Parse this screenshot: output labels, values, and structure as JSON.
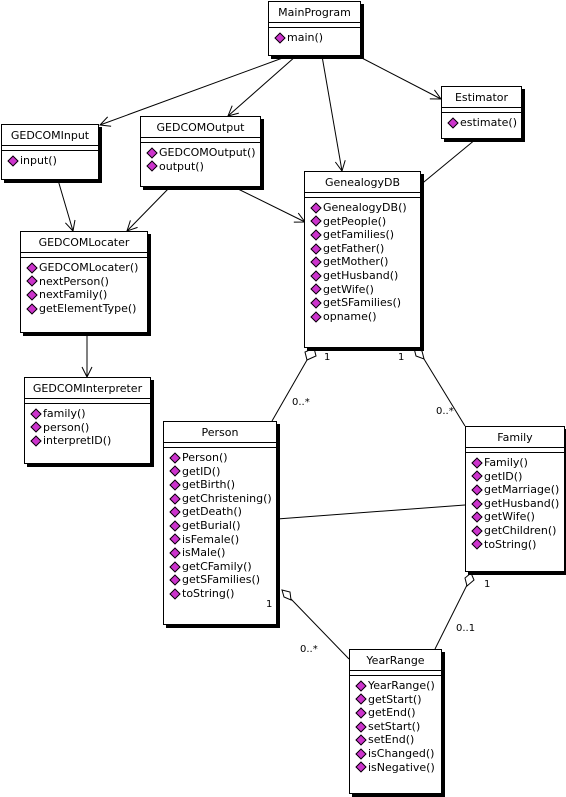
{
  "classes": {
    "main_program": {
      "name": "MainProgram",
      "operations": [
        "main()"
      ]
    },
    "estimator": {
      "name": "Estimator",
      "operations": [
        "estimate()"
      ]
    },
    "gedcom_input": {
      "name": "GEDCOMInput",
      "operations": [
        "input()"
      ]
    },
    "gedcom_output": {
      "name": "GEDCOMOutput",
      "operations": [
        "GEDCOMOutput()",
        "output()"
      ]
    },
    "genealogy_db": {
      "name": "GenealogyDB",
      "operations": [
        "GenealogyDB()",
        "getPeople()",
        "getFamilies()",
        "getFather()",
        "getMother()",
        "getHusband()",
        "getWife()",
        "getSFamilies()",
        "opname()"
      ]
    },
    "gedcom_locater": {
      "name": "GEDCOMLocater",
      "operations": [
        "GEDCOMLocater()",
        "nextPerson()",
        "nextFamily()",
        "getElementType()"
      ]
    },
    "gedcom_interpreter": {
      "name": "GEDCOMInterpreter",
      "operations": [
        "family()",
        "person()",
        "interpretID()"
      ]
    },
    "person": {
      "name": "Person",
      "operations": [
        "Person()",
        "getID()",
        "getBirth()",
        "getChristening()",
        "getDeath()",
        "getBurial()",
        "isFemale()",
        "isMale()",
        "getCFamily()",
        "getSFamilies()",
        "toString()"
      ]
    },
    "family": {
      "name": "Family",
      "operations": [
        "Family()",
        "getID()",
        "getMarriage()",
        "getHusband()",
        "getWife()",
        "getChildren()",
        "toString()"
      ]
    },
    "year_range": {
      "name": "YearRange",
      "operations": [
        "YearRange()",
        "getStart()",
        "getEnd()",
        "setStart()",
        "setEnd()",
        "isChanged()",
        "isNegative()"
      ]
    }
  },
  "multiplicities": {
    "db_person_one": "1",
    "db_person_many": "0..*",
    "db_family_one": "1",
    "db_family_many": "0..*",
    "person_yearrange_one": "1",
    "person_yearrange_many": "0..*",
    "family_yearrange_one": "1",
    "family_yearrange_opt": "0..1"
  },
  "colors": {
    "operation_icon": "#cc33cc",
    "line": "#000000",
    "background": "#ffffff"
  }
}
